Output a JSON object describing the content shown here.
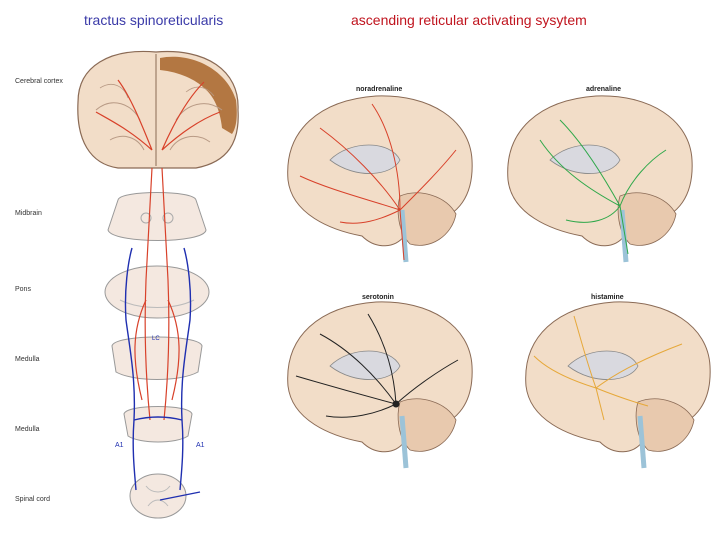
{
  "titles": {
    "left": "tractus spinoreticularis",
    "right": "ascending reticular activating sysytem"
  },
  "levels": [
    "Cerebral cortex",
    "Midbrain",
    "Pons",
    "Medulla",
    "Medulla",
    "Spinal cord"
  ],
  "nucleus_labels": {
    "lc": "LC",
    "a1_left": "A1",
    "a1_right": "A1"
  },
  "panels": {
    "noradrenaline": "noradrenaline",
    "adrenaline": "adrenaline",
    "serotonin": "serotonin",
    "histamine": "histamine"
  },
  "colors": {
    "noradrenaline": "#d8412a",
    "adrenaline": "#2fa84a",
    "serotonin": "#222222",
    "histamine": "#e6a83a",
    "spinal_tract": "#1f2fb0",
    "brain_fill": "#f2ddc8",
    "cortex_brown": "#a8652a"
  }
}
